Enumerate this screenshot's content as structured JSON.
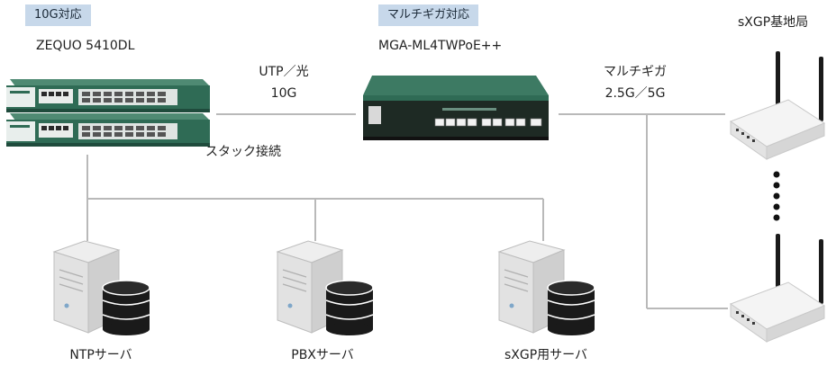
{
  "badges": {
    "left": "10G対応",
    "middle": "マルチギガ対応"
  },
  "devices": {
    "core_switch": "ZEQUO 5410DL",
    "poe_switch": "MGA-ML4TWPoE++",
    "base_station": "sXGP基地局"
  },
  "links": {
    "uplink_top": "UTP／光",
    "uplink_bottom": "10G",
    "downlink_top": "マルチギガ",
    "downlink_bottom": "2.5G／5G",
    "stack": "スタック接続"
  },
  "servers": [
    {
      "label": "NTPサーバ"
    },
    {
      "label": "PBXサーバ"
    },
    {
      "label": "sXGP用サーバ"
    }
  ],
  "colors": {
    "switch_green": "#2f6b55",
    "badge_bg": "#c7d8ea",
    "wire": "#b9b9b9"
  },
  "icons": [
    "switch-icon",
    "server-icon",
    "database-icon",
    "access-point-icon",
    "ellipsis-icon"
  ]
}
